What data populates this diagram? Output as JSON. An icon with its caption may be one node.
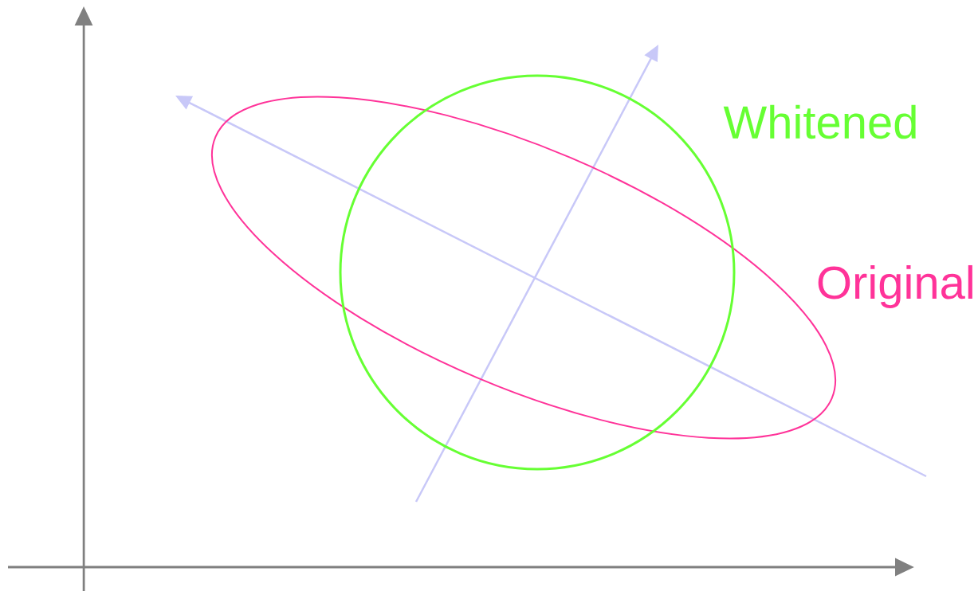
{
  "diagram": {
    "nodes": [
      {
        "text": [],
        "shape": "ellipse",
        "beside": [
          "Original"
        ]
      },
      {
        "text": [],
        "shape": "circle",
        "beside": [
          "Whitened"
        ]
      }
    ]
  }
}
